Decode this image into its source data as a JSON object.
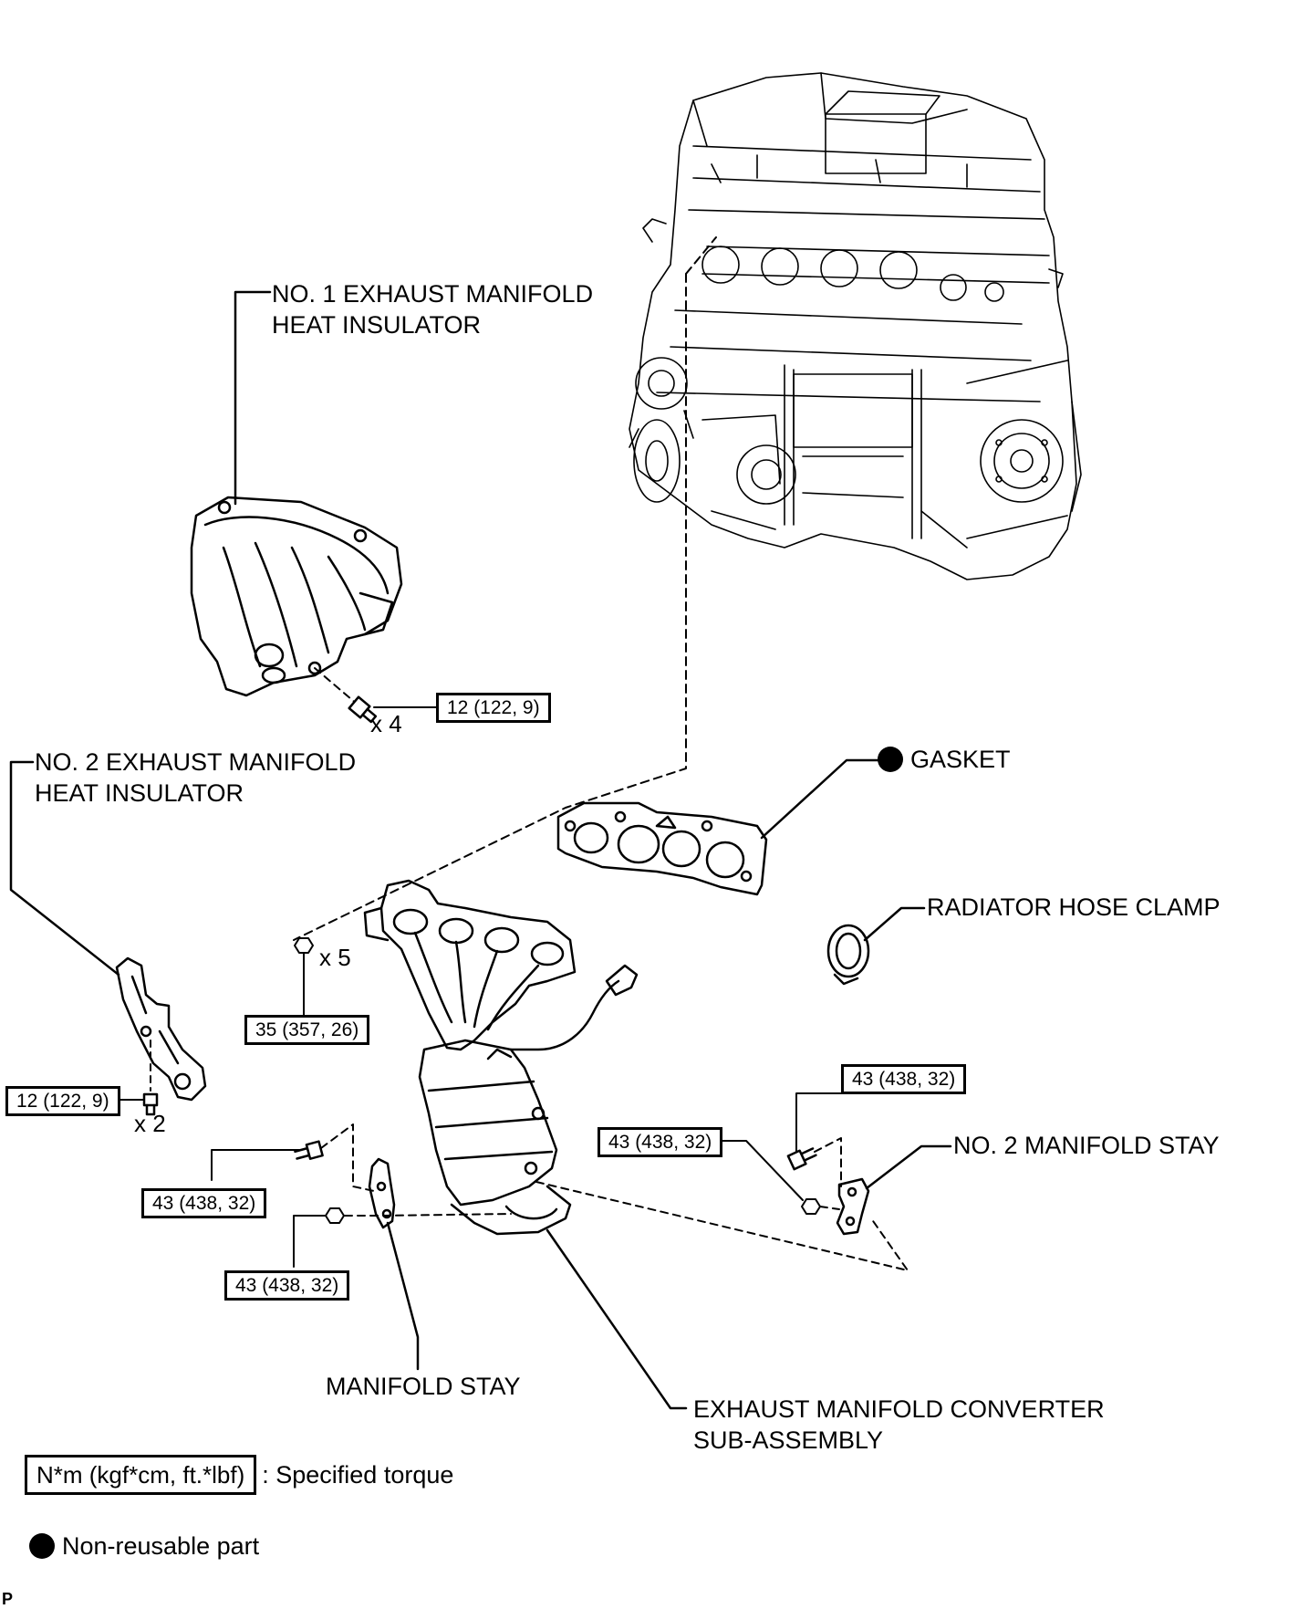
{
  "labels": {
    "no1_insulator": [
      "NO. 1 EXHAUST MANIFOLD",
      "HEAT INSULATOR"
    ],
    "no2_insulator": [
      "NO. 2 EXHAUST MANIFOLD",
      "HEAT INSULATOR"
    ],
    "gasket": "GASKET",
    "radiator_hose_clamp": "RADIATOR HOSE CLAMP",
    "no2_manifold_stay": "NO. 2 MANIFOLD STAY",
    "manifold_stay": "MANIFOLD STAY",
    "converter": [
      "EXHAUST MANIFOLD CONVERTER",
      "SUB-ASSEMBLY"
    ]
  },
  "torques": {
    "no1_insulator_bolt": "12 (122, 9)",
    "no2_insulator_bolt": "12 (122, 9)",
    "manifold_nut": "35 (357, 26)",
    "no2_stay_upper": "43 (438, 32)",
    "no2_stay_lower": "43 (438, 32)",
    "stay_upper": "43 (438, 32)",
    "stay_lower": "43 (438, 32)"
  },
  "quantities": {
    "no1_insulator_bolt": "x 4",
    "no2_insulator_bolt": "x 2",
    "manifold_nut": "x 5"
  },
  "legend": {
    "torque_unit": "N*m (kgf*cm, ft.*lbf)",
    "torque_text": ": Specified torque",
    "nonreusable_text": "Non-reusable part"
  },
  "figure_code": "P",
  "icons": [
    "non-reusable-dot-icon",
    "bolt-icon",
    "nut-icon"
  ]
}
